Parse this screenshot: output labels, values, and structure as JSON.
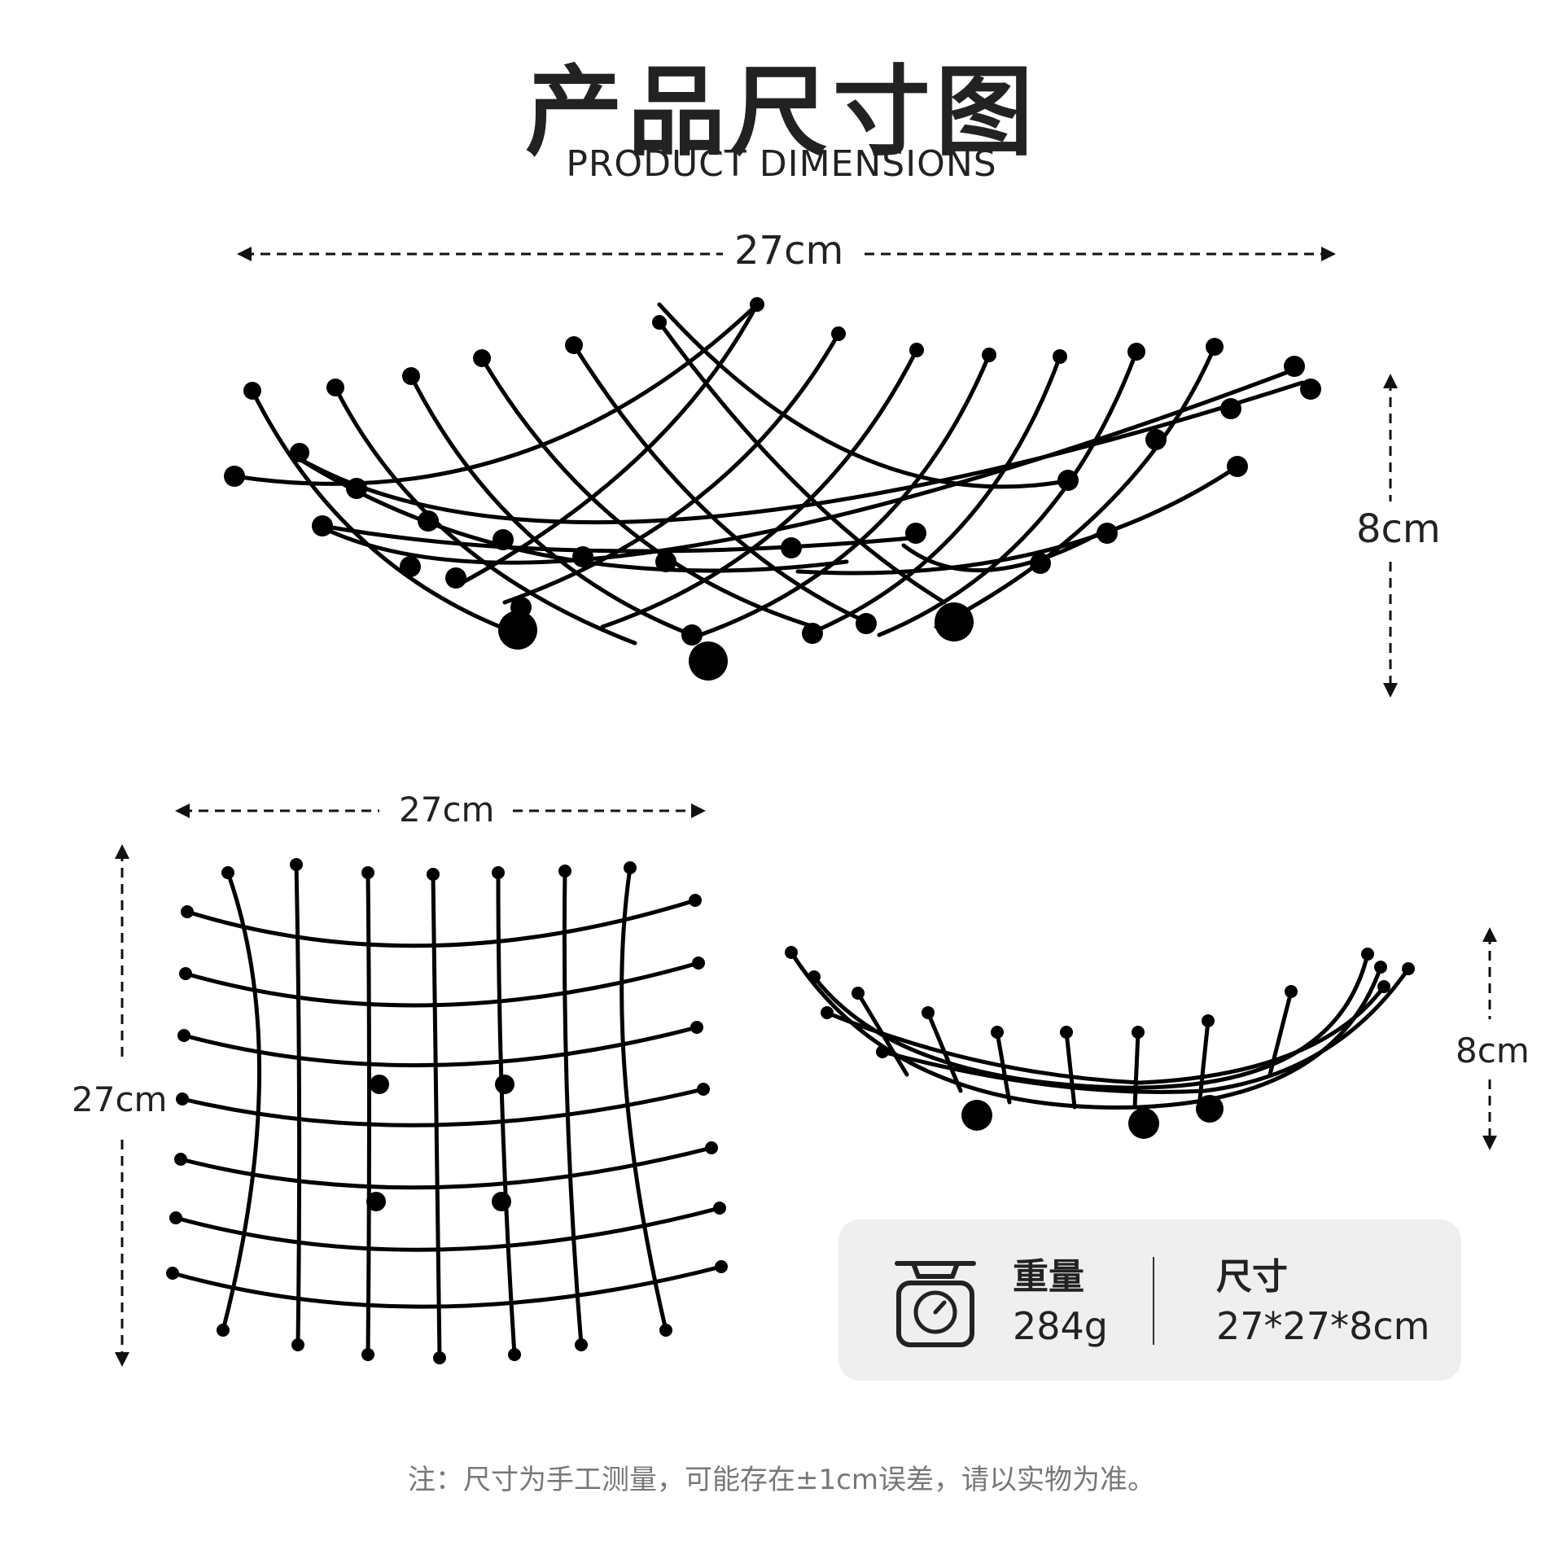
{
  "title": "产品尺寸图",
  "subtitle": "PRODUCT DIMENSIONS",
  "main_view": {
    "width_label": "27cm",
    "height_label": "8cm"
  },
  "top_view": {
    "width_label": "27cm",
    "depth_label": "27cm"
  },
  "side_view": {
    "height_label": "8cm"
  },
  "specs": {
    "icon": "scale-icon",
    "weight_label": "重量",
    "weight_value": "284g",
    "size_label": "尺寸",
    "size_value": "27*27*8cm"
  },
  "note": "注：尺寸为手工测量，可能存在±1cm误差，请以实物为准。",
  "colors": {
    "wire": "#000000",
    "dimension_line": "#111111",
    "panel_bg": "#efefef",
    "note_text": "#777777"
  }
}
